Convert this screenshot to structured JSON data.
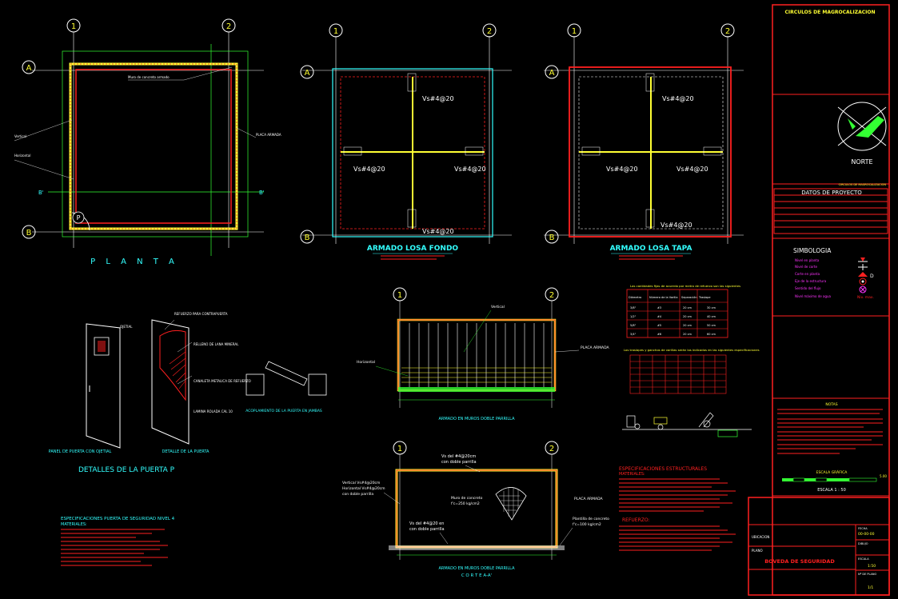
{
  "title_block": {
    "header": "CIRCULOS DE MAGROCALIZACION",
    "north_label": "NORTE",
    "small_caption": "CIRCULOS DE MAGROCALIZACION",
    "project_data_title": "DATOS DE PROYECTO",
    "symbology_title": "SIMBOLOGIA",
    "symbology_items": [
      "Nivel en planta",
      "Nivel de corte",
      "Corte en planta",
      "Eje de la estructura",
      "Sentido del flujo",
      "Nivel máximo de agua"
    ],
    "symbol_d": "D",
    "symbol_level_max": "Niv. max.",
    "notes_title": "NOTAS",
    "scale_title": "ESCALA GRÁFICA",
    "scale_label": "ESCALA 1 : 50",
    "scale_end": "5.00",
    "box_ubicacion": "UBICACION",
    "box_plano": "PLANO",
    "drawing_title": "BOVEDA DE SEGURIDAD",
    "date_label": "FECHA",
    "date_value": "00-00-00",
    "drawn_label": "DIBUJO",
    "scale_box_label": "ESCALA",
    "scale_box_value": "1:50",
    "sheet_label": "Nº DE PLANO",
    "sheet_value": "1/1"
  },
  "plan": {
    "axis_labels": [
      "1",
      "2",
      "A",
      "B"
    ],
    "label_planta": "P L A N T A",
    "door_label": "P",
    "section_mark": "B'",
    "note_top": "Muro de concreto armado",
    "note_left1": "Vertical",
    "note_left2": "Horizontal",
    "note_right": "PLACA ARMADA"
  },
  "slab_bottom": {
    "title": "ARMADO LOSA FONDO",
    "rebar_labels": [
      "Vs#4@20",
      "Vs#4@20",
      "Vs#4@20",
      "Vs#4@20"
    ],
    "axis_labels": [
      "1",
      "2",
      "A",
      "B"
    ]
  },
  "slab_top": {
    "title": "ARMADO LOSA TAPA",
    "rebar_labels": [
      "Vs#4@20",
      "Vs#4@20",
      "Vs#4@20",
      "Vs#4@20"
    ],
    "axis_labels": [
      "1",
      "2",
      "A",
      "B"
    ]
  },
  "door": {
    "title": "DETALLES DE LA PUERTA P",
    "panel_label": "PANEL DE PUERTA CON OJETIAL",
    "detail_label": "DETALLE DE LA PUERTA",
    "hinge_label": "ACOPLAMIENTO DE LA PUERTA EN JAMBAS",
    "note_a": "REFUERZO PARA CONTRAPUERTA",
    "note_b": "OJETIAL",
    "note_c": "RELLENO DE LANA MINERAL",
    "note_d": "CANALETA METALICA DE REFUERZO",
    "note_e": "LAMINA ROLADA CAL 10"
  },
  "wall_elev": {
    "title": "ARMADO EN MUROS DOBLE PARRILLA",
    "axis_labels": [
      "1",
      "2"
    ],
    "label_v": "Vertical",
    "label_h": "Horizontal",
    "label_plate": "PLACA ARMADA"
  },
  "wall_section": {
    "title": "ARMADO EN MUROS DOBLE PARRILLA",
    "subtitle": "C O R T E  A-A'",
    "axis_labels": [
      "1",
      "2"
    ],
    "top_label1": "Vs del #4@20cm",
    "top_label2": "con doble parrilla",
    "left_label1": "Vertical Vs#4@20cm",
    "left_label2": "Horizontal Vs#4@20cm",
    "left_label3": "con doble parrilla",
    "mid_label1": "Muro de concreto",
    "mid_label2": "f'c=250 kg/cm2",
    "bottom_label1": "Vs del #4@20 en",
    "bottom_label2": "con doble parrilla",
    "right_label1": "PLACA ARMADA",
    "right_label2": "Plantilla de concreto",
    "right_label3": "f'c=100 kg/cm2"
  },
  "tables": {
    "note1": "Las cantidades fijas de acuerdo por metro de refuerzo son las siguientes",
    "note2": "Los traslapes y ganchos de varillas serán los indicados en las siguientes especificaciones",
    "table1_headers": [
      "Diámetro",
      "Número de la Varilla",
      "Separación",
      "Traslape"
    ],
    "table1_rows": [
      [
        "3/8\"",
        "#3",
        "20 cm",
        "30 cm"
      ],
      [
        "1/2\"",
        "#4",
        "20 cm",
        "40 cm"
      ],
      [
        "5/8\"",
        "#5",
        "20 cm",
        "50 cm"
      ],
      [
        "3/4\"",
        "#6",
        "20 cm",
        "60 cm"
      ]
    ]
  },
  "specs": {
    "door_spec_title": "ESPECIFICACIONES PUERTA DE SEGURIDAD NIVEL 4",
    "door_spec_sub": "MATERIALES:",
    "struct_title": "ESPECIFICACIONES ESTRUCTURALES",
    "struct_sub": "MATERIALES:",
    "refuerzo": "REFUERZO:"
  },
  "colors": {
    "red": "#ff2020",
    "yellow": "#ffff33",
    "green": "#33ff33",
    "cyan": "#33ffff",
    "white": "#ffffff",
    "magenta": "#ff33ff"
  }
}
